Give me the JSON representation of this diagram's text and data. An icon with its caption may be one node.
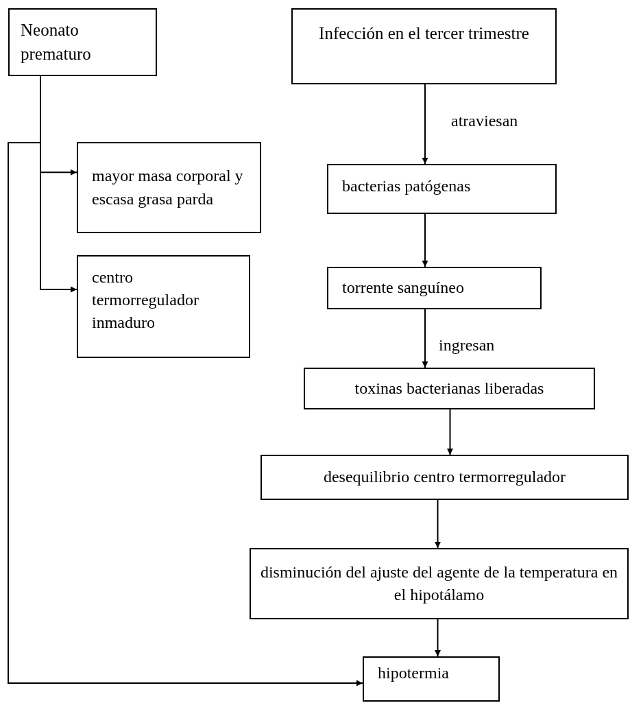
{
  "diagram": {
    "nodes": [
      {
        "text": [
          "Neonato prematuro"
        ]
      },
      {
        "text": [
          "Infección en el tercer trimestre"
        ]
      },
      {
        "text": [
          "mayor masa corporal y escasa grasa parda"
        ]
      },
      {
        "text": [
          "centro termorregulador inmaduro"
        ]
      },
      {
        "text": [
          "bacterias  patógenas"
        ]
      },
      {
        "text": [
          "torrente  sanguíneo"
        ]
      },
      {
        "text": [
          "toxinas  bacterianas liberadas"
        ]
      },
      {
        "text": [
          "desequilibrio  centro termorregulador"
        ]
      },
      {
        "text": [
          "disminución del ajuste del agente de la temperatura en el hipotálamo"
        ]
      },
      {
        "text": [
          "hipotermia"
        ]
      }
    ],
    "edges": [
      {
        "from": 0,
        "to": 2,
        "arrow": "to"
      },
      {
        "from": 0,
        "to": 3,
        "arrow": "to"
      },
      {
        "from": 0,
        "to": 9,
        "arrow": "to"
      },
      {
        "from": 1,
        "to": 4,
        "arrow": "to",
        "label": "atraviesan"
      },
      {
        "from": 4,
        "to": 5,
        "arrow": "to"
      },
      {
        "from": 5,
        "to": 6,
        "arrow": "to",
        "label": "ingresan"
      },
      {
        "from": 6,
        "to": 7,
        "arrow": "to"
      },
      {
        "from": 7,
        "to": 8,
        "arrow": "to"
      },
      {
        "from": 8,
        "to": 9,
        "arrow": "to"
      }
    ]
  }
}
